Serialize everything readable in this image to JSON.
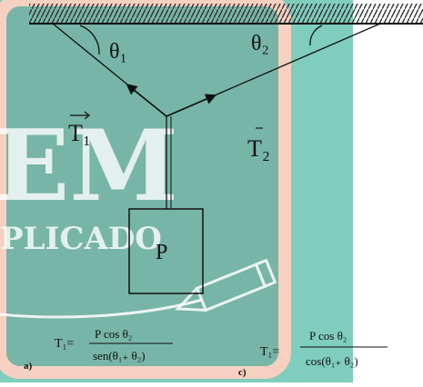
{
  "diagram": {
    "angle_left": "θ₁",
    "angle_right": "θ₂",
    "tension_left": "T₁",
    "tension_right": "T₂",
    "block_label": "P"
  },
  "watermark": {
    "line1": "EM",
    "line2": "PLICADO"
  },
  "answers": [
    {
      "letter": "a)",
      "lhs": "T₁=",
      "numerator": "P cos θ₂",
      "denominator": "sen(θ₁₊ θ₂)"
    },
    {
      "letter": "c)",
      "lhs": "T₁=",
      "numerator": "P cos θ₂",
      "denominator": "cos(θ₁₊ θ₂)"
    }
  ],
  "colors": {
    "board_teal": "#63c2ae",
    "board_border": "#f4c6b4",
    "ink": "#1b1b1b"
  }
}
